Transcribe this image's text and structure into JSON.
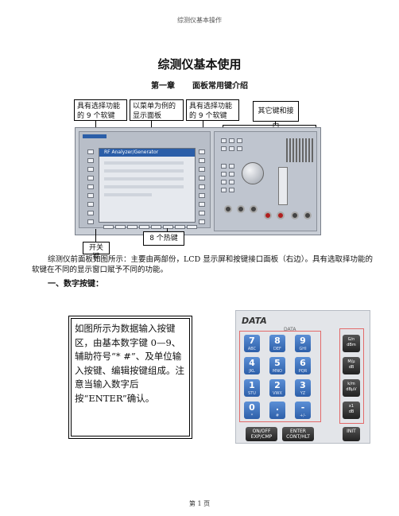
{
  "header": "综测仪基本操作",
  "title": "综测仪基本使用",
  "chapter": {
    "number": "第一章",
    "name": "面板常用键介绍"
  },
  "callouts": {
    "left_softkeys": "具有选择功能的 9 个软键",
    "display": "以菜单为例的显示面板",
    "right_softkeys": "具有选择功能的 9 个软键",
    "other_keys": "其它键和接口",
    "power": "开关键",
    "hotkeys": "8 个热键"
  },
  "device": {
    "lcd_title": "RF Analyzer/Generator"
  },
  "paragraph": "综测仪前面板如图所示：主要由两部份，LCD 显示屏和按键接口面板（右边）。具有选取择功能的软键在不同的显示窗口赋予不同的功能。",
  "section": "一、数字按键：",
  "data_description": "如图所示为数据输入按键区，由基本数字键 0—9、辅助符号“* #”、及单位输入按键、编辑按键组成。注意当输入数字后按“ENTER”确认。",
  "keypad": {
    "title": "DATA",
    "sub": "DATA",
    "digits": [
      {
        "d": "7",
        "s": "ABC"
      },
      {
        "d": "8",
        "s": "DEF"
      },
      {
        "d": "9",
        "s": "GHI"
      },
      {
        "d": "4",
        "s": "JKL"
      },
      {
        "d": "5",
        "s": "MNO"
      },
      {
        "d": "6",
        "s": "PQR"
      },
      {
        "d": "1",
        "s": "STU"
      },
      {
        "d": "2",
        "s": "VWX"
      },
      {
        "d": "3",
        "s": "YZ"
      },
      {
        "d": "0",
        "s": "*"
      },
      {
        "d": ".",
        "s": "#"
      },
      {
        "d": "-",
        "s": "+/-"
      }
    ],
    "units": [
      "G/n\ndBm",
      "M/μ\ndB",
      "k/m\ndBμV",
      "x1\ndB"
    ],
    "bottom": [
      "ON/OFF\nEXP/CMP",
      "ENTER\nCONT/HLT"
    ],
    "unit_last": "INIT"
  },
  "footer": "第 1 页",
  "colors": {
    "accent_blue": "#2d5fa9",
    "frame_red": "#e36a6a"
  }
}
